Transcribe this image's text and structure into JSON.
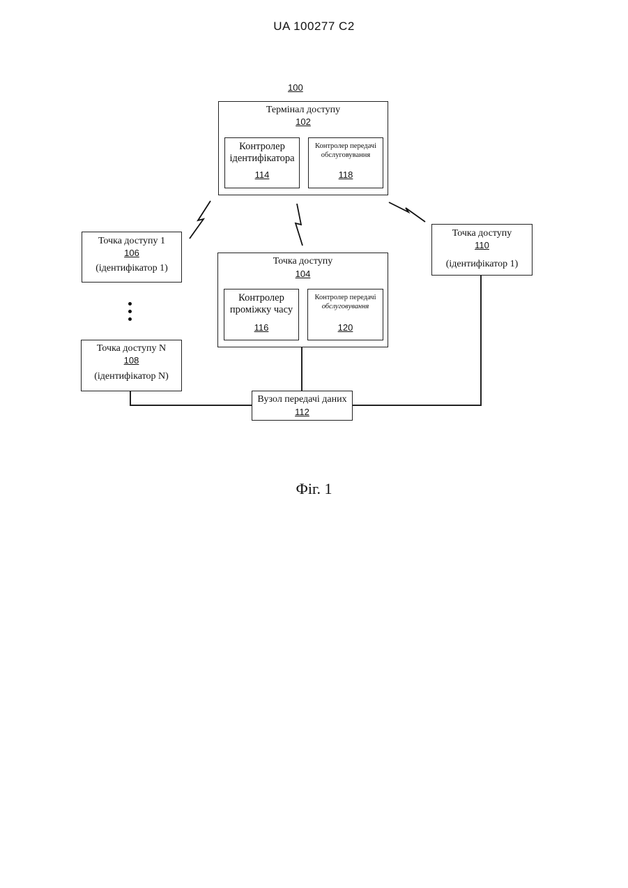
{
  "header": {
    "doc_id": "UA   100277   C2"
  },
  "diagram": {
    "system_ref": "100",
    "access_terminal": {
      "title": "Термінал доступу",
      "ref": "102",
      "id_controller": {
        "label_line1": "Контролер",
        "label_line2": "ідентифікатора",
        "ref": "114"
      },
      "handoff_controller": {
        "label_line1": "Контролер передачі",
        "label_line2": "обслуговування",
        "ref": "118"
      }
    },
    "access_point_1": {
      "title": "Точка доступу 1",
      "ref": "106",
      "identifier": "(ідентифікатор 1)"
    },
    "access_point_n": {
      "title": "Точка доступу N",
      "ref": "108",
      "identifier": "(ідентифікатор N)"
    },
    "access_point_104": {
      "title": "Точка доступу",
      "ref": "104",
      "time_controller": {
        "label_line1": "Контролер",
        "label_line2": "проміжку часу",
        "ref": "116"
      },
      "handoff_controller": {
        "label_line1": "Контролер передачі",
        "label_line2": "обслуговування",
        "ref": "120"
      }
    },
    "access_point_110": {
      "title": "Точка доступу",
      "ref": "110",
      "identifier": "(ідентифікатор 1)"
    },
    "data_node": {
      "title": "Вузол передачі даних",
      "ref": "112"
    }
  },
  "caption": "Фіг. 1"
}
